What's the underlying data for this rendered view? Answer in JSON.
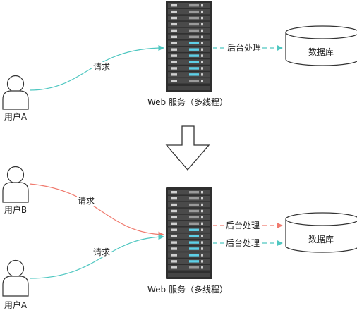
{
  "top": {
    "user": "用户A",
    "request": "请求",
    "server": "Web 服务（多线程）",
    "processing": "后台处理",
    "database": "数据库"
  },
  "bottom": {
    "user_b": "用户B",
    "user_a": "用户A",
    "request_b": "请求",
    "request_a": "请求",
    "server": "Web 服务（多线程）",
    "processing_1": "后台处理",
    "processing_2": "后台处理",
    "database": "数据库"
  },
  "colors": {
    "teal": "#4fc7c1",
    "salmon": "#f07a6e",
    "server_body": "#3a3a3a",
    "highlight": "#5ecfe6"
  }
}
